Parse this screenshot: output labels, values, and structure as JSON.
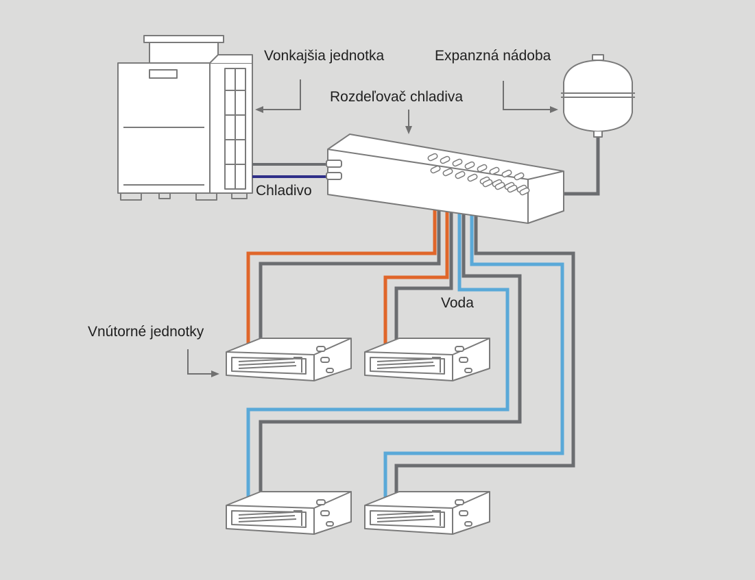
{
  "labels": {
    "outdoor_unit": "Vonkajšia jednotka",
    "expansion_tank": "Expanzná nádoba",
    "refrigerant_distributor": "Rozdeľovač chladiva",
    "refrigerant": "Chladivo",
    "water": "Voda",
    "indoor_units": "Vnútorné jednotky"
  },
  "colors": {
    "background": "#dcdcdb",
    "outline": "#7a7a7a",
    "unit_fill": "#ffffff",
    "pipe_gray": "#6b6d70",
    "pipe_orange": "#e0662a",
    "pipe_blue": "#5aa9d8",
    "refrigerant_line": "#2f2f88",
    "arrow": "#707070"
  },
  "icons": [
    "outdoor-unit-icon",
    "expansion-tank-icon",
    "distributor-box-icon",
    "indoor-unit-icon"
  ]
}
